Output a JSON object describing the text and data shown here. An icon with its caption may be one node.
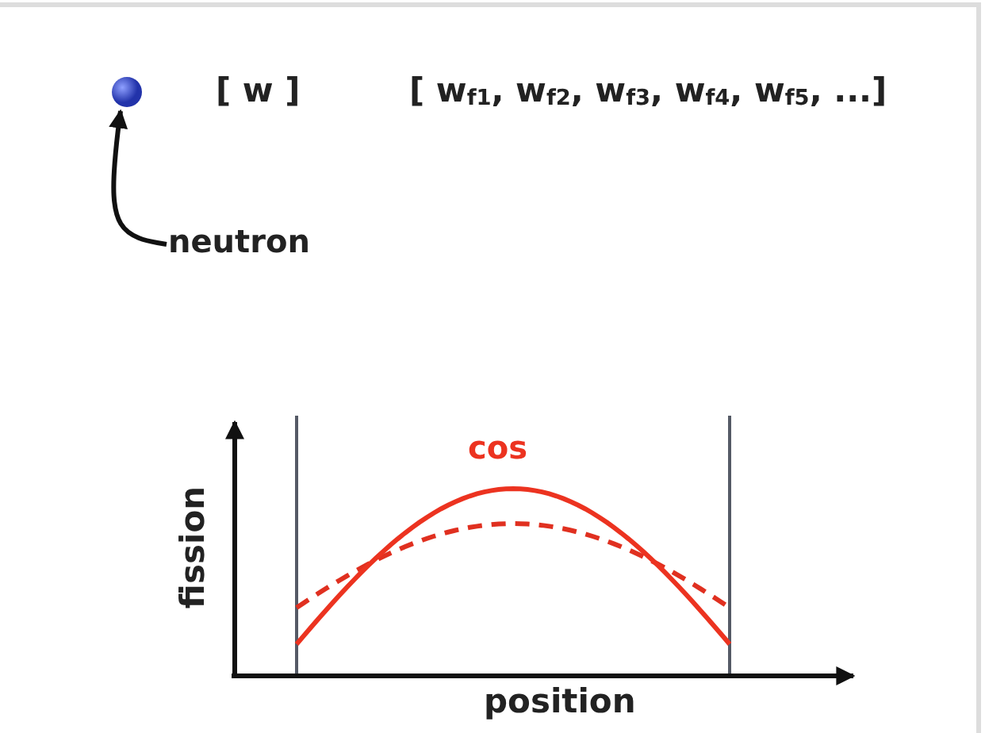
{
  "diagram": {
    "nodes": [
      {
        "text": [],
        "shape": "circle"
      },
      {
        "text": [
          "neutron"
        ]
      }
    ],
    "edges": [
      {
        "from": 1,
        "to": 0,
        "arrow": "to"
      }
    ],
    "labels": [
      "[ w ]",
      "[ w$_{f1}$, w$_{f2}$, w$_{f3}$, w$_{f4}$, w$_{f5}$, ...]",
      "cos",
      "fission",
      "position"
    ]
  }
}
